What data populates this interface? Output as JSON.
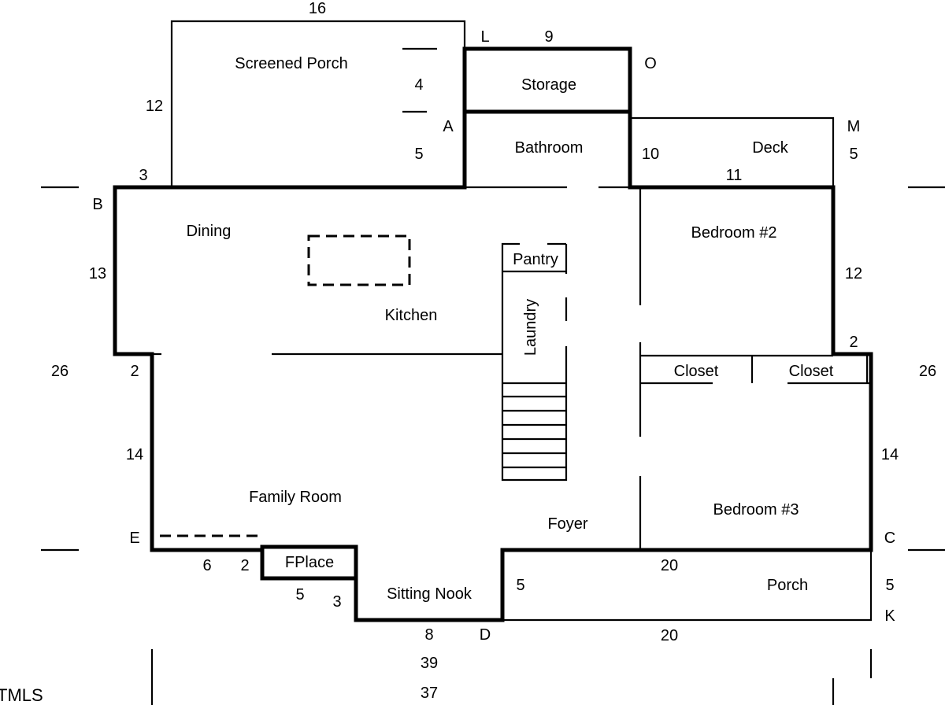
{
  "rooms": {
    "screened_porch": "Screened Porch",
    "storage": "Storage",
    "bathroom": "Bathroom",
    "deck": "Deck",
    "dining": "Dining",
    "kitchen": "Kitchen",
    "pantry": "Pantry",
    "laundry": "Laundry",
    "bedroom2": "Bedroom #2",
    "closet1": "Closet",
    "closet2": "Closet",
    "family_room": "Family Room",
    "foyer": "Foyer",
    "bedroom3": "Bedroom #3",
    "fplace": "FPlace",
    "sitting_nook": "Sitting Nook",
    "porch": "Porch"
  },
  "corners": {
    "L": "L",
    "O": "O",
    "A": "A",
    "M": "M",
    "B": "B",
    "E": "E",
    "C": "C",
    "K": "K",
    "D": "D"
  },
  "dimensions": {
    "top_porch": "16",
    "storage_top": "9",
    "porch_left": "12",
    "porch_gap": "4",
    "porch_lower": "5",
    "deck_left": "10",
    "deck_right": "5",
    "deck_bottom": "11",
    "b_offset": "3",
    "dining_left": "13",
    "bed2_right": "12",
    "bed2_step": "2",
    "left_overall": "26",
    "right_overall": "26",
    "left_step": "2",
    "family_left": "14",
    "bed3_right": "14",
    "e_six": "6",
    "e_two": "2",
    "fplace_five": "5",
    "fplace_three": "3",
    "nook_five": "5",
    "porch_top": "20",
    "porch_bottom": "20",
    "porch_right": "5",
    "nook_eight": "8",
    "bottom_39": "39",
    "bottom_37": "37"
  },
  "watermark": "TMLS"
}
